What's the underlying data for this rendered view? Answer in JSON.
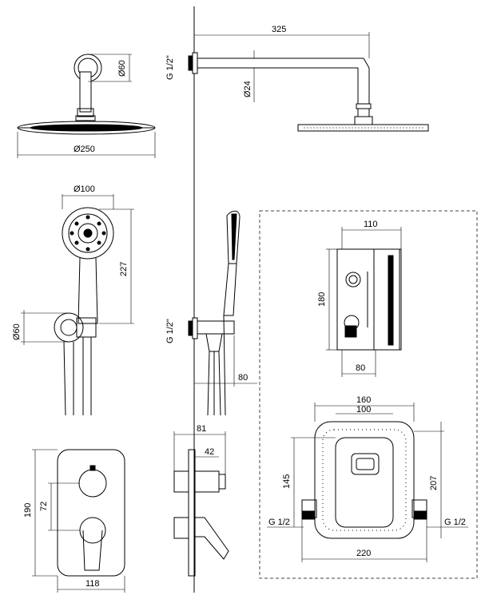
{
  "dimensions": {
    "d325": "325",
    "d60_top": "Ø60",
    "d24": "Ø24",
    "d250": "Ø250",
    "g12_top": "G 1/2\"",
    "d100": "Ø100",
    "d227": "227",
    "d60_mid": "Ø60",
    "g12_mid": "G 1/2\"",
    "d80_mid": "80",
    "d110": "110",
    "d180": "180",
    "d80_box": "80",
    "d160": "160",
    "d100_box": "100",
    "d145": "145",
    "d207": "207",
    "g12_left": "G 1/2",
    "g12_right": "G 1/2",
    "d220": "220",
    "d81": "81",
    "d42": "42",
    "d190": "190",
    "d72": "72",
    "d118": "118"
  },
  "colors": {
    "line": "#000000",
    "background": "#ffffff",
    "frame": "#444444"
  },
  "icons": [
    "shower-head-icon",
    "hand-shower-icon",
    "valve-plate-icon",
    "installation-box-icon"
  ]
}
